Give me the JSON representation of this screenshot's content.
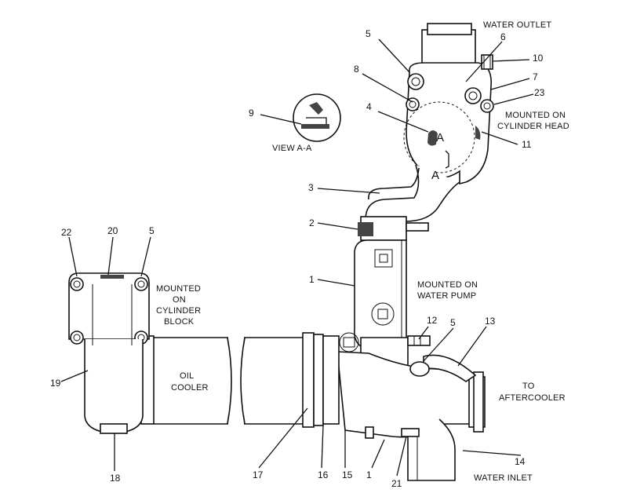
{
  "labels": {
    "water_outlet": "WATER OUTLET",
    "view_aa": "VIEW A-A",
    "mounted_head_1": "MOUNTED ON",
    "mounted_head_2": "CYLINDER HEAD",
    "mounted_pump_1": "MOUNTED ON",
    "mounted_pump_2": "WATER PUMP",
    "mounted_block_1": "MOUNTED",
    "mounted_block_2": "ON",
    "mounted_block_3": "CYLINDER",
    "mounted_block_4": "BLOCK",
    "oil_cooler_1": "OIL",
    "oil_cooler_2": "COOLER",
    "to_aftercooler_1": "TO",
    "to_aftercooler_2": "AFTERCOOLER",
    "water_inlet": "WATER INLET",
    "section_a1": "A",
    "section_a2": "A"
  },
  "callouts": {
    "c5a": "5",
    "c6": "6",
    "c10": "10",
    "c7": "7",
    "c8": "8",
    "c23": "23",
    "c4": "4",
    "c9": "9",
    "c11": "11",
    "c3": "3",
    "c2": "2",
    "c1a": "1",
    "c12": "12",
    "c5b": "5",
    "c13": "13",
    "c22": "22",
    "c20": "20",
    "c5c": "5",
    "c19": "19",
    "c18": "18",
    "c17": "17",
    "c16": "16",
    "c15": "15",
    "c1b": "1",
    "c21": "21",
    "c14": "14"
  }
}
